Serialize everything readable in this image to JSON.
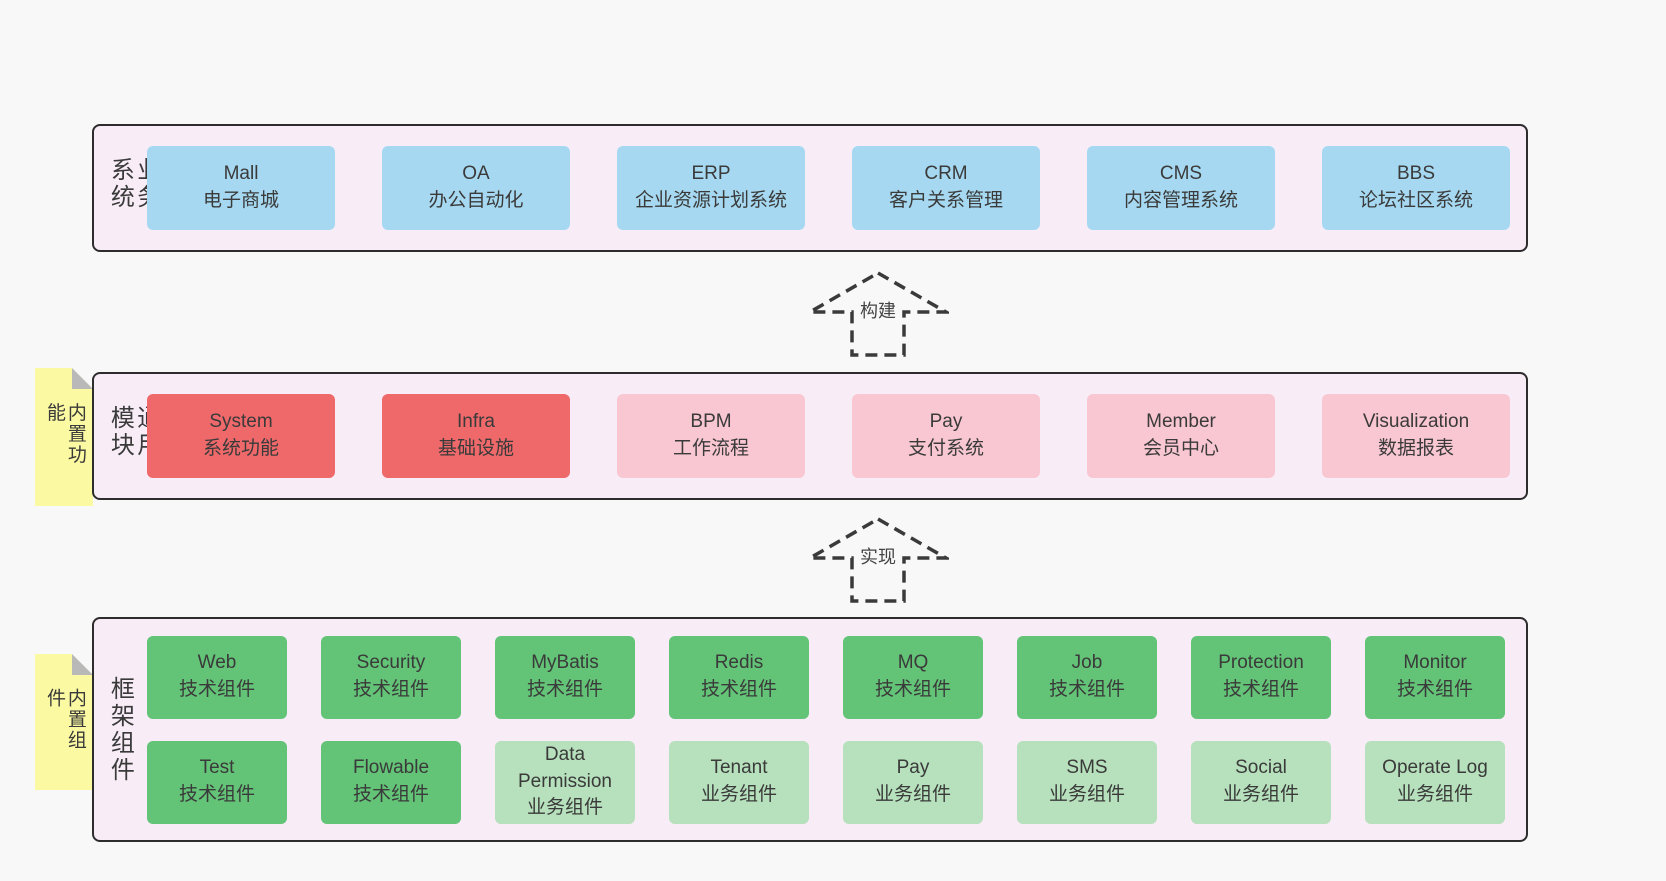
{
  "diagram": {
    "colors": {
      "page_bg": "#f8f8f8",
      "band_bg": "#f8edf7",
      "border": "#2d2d2d",
      "text": "#3a3a3a",
      "blue": "#a6d9f1",
      "red": "#ef696b",
      "pink": "#f9c7d2",
      "green": "#63c377",
      "lightgreen": "#b6e1bc",
      "note_bg": "#fbf9a2",
      "fold": "#b9b9b9",
      "arrow_stroke": "#3a3a3a"
    },
    "arrows": [
      {
        "label": "构建"
      },
      {
        "label": "实现"
      }
    ],
    "bands": [
      {
        "label": "业务系统",
        "note": "",
        "rows": [
          [
            {
              "name": "Mall",
              "sub": "电子商城",
              "type": "blue"
            },
            {
              "name": "OA",
              "sub": "办公自动化",
              "type": "blue"
            },
            {
              "name": "ERP",
              "sub": "企业资源计划系统",
              "type": "blue"
            },
            {
              "name": "CRM",
              "sub": "客户关系管理",
              "type": "blue"
            },
            {
              "name": "CMS",
              "sub": "内容管理系统",
              "type": "blue"
            },
            {
              "name": "BBS",
              "sub": "论坛社区系统",
              "type": "blue"
            }
          ]
        ]
      },
      {
        "label": "通用模块",
        "note": "内置功能",
        "rows": [
          [
            {
              "name": "System",
              "sub": "系统功能",
              "type": "red"
            },
            {
              "name": "Infra",
              "sub": "基础设施",
              "type": "red"
            },
            {
              "name": "BPM",
              "sub": "工作流程",
              "type": "pink"
            },
            {
              "name": "Pay",
              "sub": "支付系统",
              "type": "pink"
            },
            {
              "name": "Member",
              "sub": "会员中心",
              "type": "pink"
            },
            {
              "name": "Visualization",
              "sub": "数据报表",
              "type": "pink"
            }
          ]
        ]
      },
      {
        "label": "框架组件",
        "note": "内置组件",
        "rows": [
          [
            {
              "name": "Web",
              "sub": "技术组件",
              "type": "green"
            },
            {
              "name": "Security",
              "sub": "技术组件",
              "type": "green"
            },
            {
              "name": "MyBatis",
              "sub": "技术组件",
              "type": "green"
            },
            {
              "name": "Redis",
              "sub": "技术组件",
              "type": "green"
            },
            {
              "name": "MQ",
              "sub": "技术组件",
              "type": "green"
            },
            {
              "name": "Job",
              "sub": "技术组件",
              "type": "green"
            },
            {
              "name": "Protection",
              "sub": "技术组件",
              "type": "green"
            },
            {
              "name": "Monitor",
              "sub": "技术组件",
              "type": "green"
            }
          ],
          [
            {
              "name": "Test",
              "sub": "技术组件",
              "type": "green"
            },
            {
              "name": "Flowable",
              "sub": "技术组件",
              "type": "green"
            },
            {
              "name": "Data Permission",
              "sub": "业务组件",
              "type": "lightgreen"
            },
            {
              "name": "Tenant",
              "sub": "业务组件",
              "type": "lightgreen"
            },
            {
              "name": "Pay",
              "sub": "业务组件",
              "type": "lightgreen"
            },
            {
              "name": "SMS",
              "sub": "业务组件",
              "type": "lightgreen"
            },
            {
              "name": "Social",
              "sub": "业务组件",
              "type": "lightgreen"
            },
            {
              "name": "Operate Log",
              "sub": "业务组件",
              "type": "lightgreen"
            }
          ]
        ]
      }
    ]
  }
}
